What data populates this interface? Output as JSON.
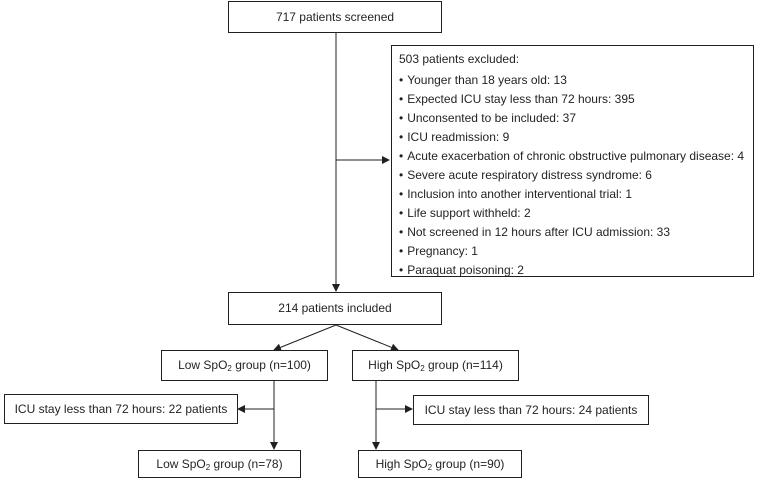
{
  "screened": "717 patients screened",
  "excluded": {
    "title": "503 patients excluded:",
    "items": [
      "Younger than 18 years old: 13",
      "Expected ICU stay less than 72 hours: 395",
      "Unconsented to be included: 37",
      "ICU readmission: 9",
      "Acute exacerbation of chronic obstructive pulmonary disease: 4",
      "Severe acute respiratory distress syndrome: 6",
      "Inclusion into another interventional trial: 1",
      "Life support withheld: 2",
      "Not screened in 12 hours after ICU admission: 33",
      "Pregnancy: 1",
      "Paraquat poisoning: 2"
    ]
  },
  "included": "214 patients included",
  "low_group": {
    "prefix": "Low SpO",
    "sub": "2",
    "suffix": " group (n=100)"
  },
  "high_group": {
    "prefix": "High SpO",
    "sub": "2",
    "suffix": " group (n=114)"
  },
  "low_excluded": "ICU stay less than 72 hours: 22 patients",
  "high_excluded": "ICU stay less than 72 hours: 24 patients",
  "low_final": {
    "prefix": "Low SpO",
    "sub": "2",
    "suffix": " group (n=78)"
  },
  "high_final": {
    "prefix": "High SpO",
    "sub": "2",
    "suffix": " group (n=90)"
  }
}
